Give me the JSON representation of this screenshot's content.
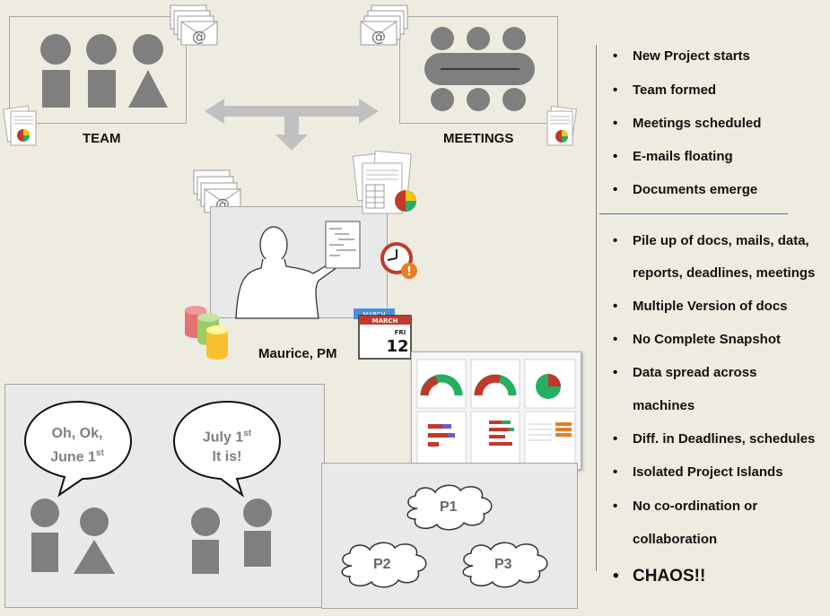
{
  "team": {
    "label": "TEAM"
  },
  "meetings": {
    "label": "MEETINGS"
  },
  "pm": {
    "label": "Maurice, PM"
  },
  "calendar": {
    "month_tab": "MARCH",
    "month": "MARCH",
    "weekday": "FRI",
    "day": "12"
  },
  "dialogue": {
    "left": {
      "line1": "Oh, Ok,",
      "line2_main": "June 1",
      "line2_sup": "st"
    },
    "right": {
      "line1_main": "July 1",
      "line1_sup": "st",
      "line2": "It is!"
    }
  },
  "projects": [
    "P1",
    "P2",
    "P3"
  ],
  "bullets_top": [
    "New Project starts",
    "Team formed",
    "Meetings scheduled",
    "E-mails floating",
    "Documents emerge"
  ],
  "bullets_bottom": [
    "Pile up of docs, mails, data,",
    "reports, deadlines, meetings",
    "Multiple Version of docs",
    "No Complete Snapshot",
    "Data spread across",
    "machines",
    "Diff. in Deadlines, schedules",
    "Isolated Project Islands",
    "No co-ordination or",
    "collaboration"
  ],
  "final": "CHAOS!!",
  "colors": {
    "background": "#eeece1",
    "figure": "#7f7f7f",
    "arrow": "#c0c0c0",
    "divider": "#4472c4"
  }
}
